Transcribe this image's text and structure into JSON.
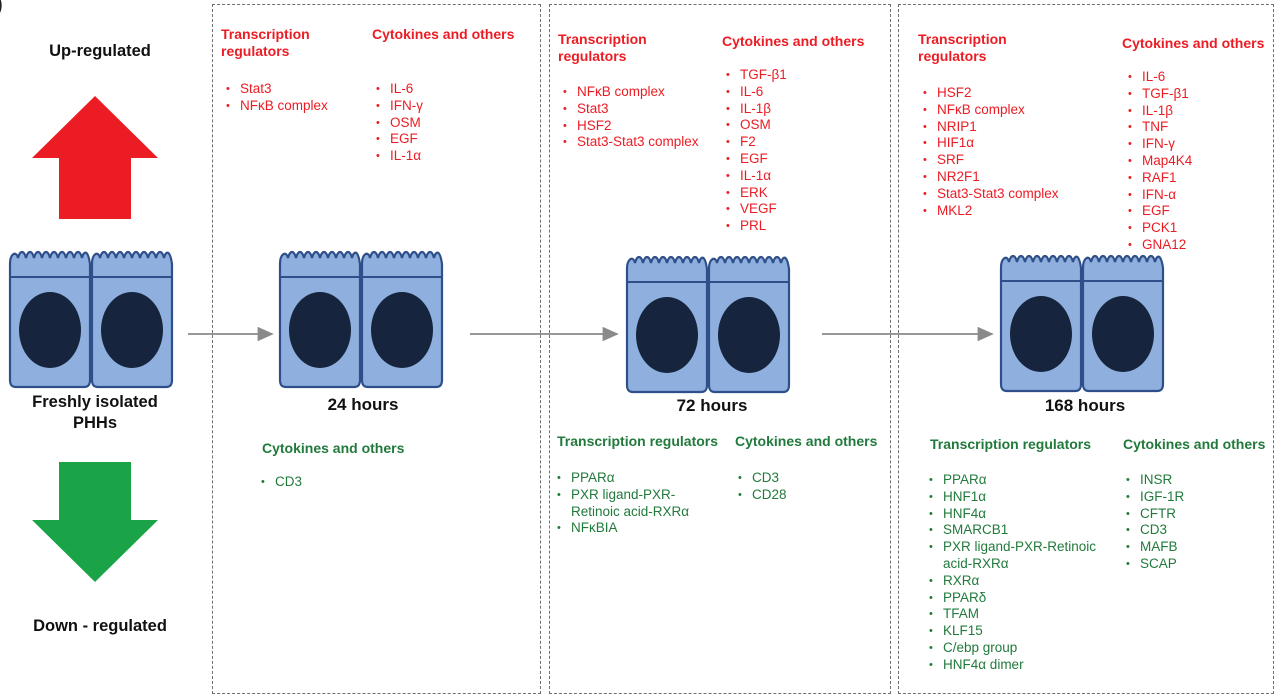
{
  "figure_letter": ")",
  "left": {
    "up_label": "Up-regulated",
    "cells_label_line1": "Freshly isolated",
    "cells_label_line2": "PHHs",
    "down_label": "Down - regulated"
  },
  "colors": {
    "up": "#ec1c24",
    "down": "#1aa347",
    "cell_fill": "#8fb0df",
    "nucleus": "#16253d"
  },
  "panels": [
    {
      "time": "24 hours",
      "up": {
        "tr_title_1": "Transcription",
        "tr_title_2": "regulators",
        "tr": [
          "Stat3",
          "NFκB complex"
        ],
        "ck_title": "Cytokines and others",
        "ck": [
          "IL-6",
          "IFN-γ",
          "OSM",
          "EGF",
          "IL-1α"
        ]
      },
      "down": {
        "ck_title": "Cytokines and others",
        "ck": [
          "CD3"
        ]
      }
    },
    {
      "time": "72 hours",
      "up": {
        "tr_title_1": "Transcription",
        "tr_title_2": "regulators",
        "tr": [
          "NFκB complex",
          "Stat3",
          "HSF2",
          "Stat3-Stat3 complex"
        ],
        "ck_title": "Cytokines and others",
        "ck": [
          "TGF-β1",
          "IL-6",
          "IL-1β",
          "OSM",
          "F2",
          "EGF",
          "IL-1α",
          "ERK",
          "VEGF",
          "PRL"
        ]
      },
      "down": {
        "tr_title": "Transcription regulators",
        "tr": [
          "PPARα",
          "PXR ligand-PXR-",
          "Retinoic acid-RXRα",
          "NFκBIA"
        ],
        "ck_title": "Cytokines and others",
        "ck": [
          "CD3",
          "CD28"
        ]
      }
    },
    {
      "time": "168 hours",
      "up": {
        "tr_title_1": "Transcription",
        "tr_title_2": "regulators",
        "tr": [
          "HSF2",
          "NFκB complex",
          "NRIP1",
          "HIF1α",
          "SRF",
          "NR2F1",
          "Stat3-Stat3 complex",
          "MKL2"
        ],
        "ck_title": "Cytokines and others",
        "ck": [
          "IL-6",
          "TGF-β1",
          "IL-1β",
          "TNF",
          "IFN-γ",
          "Map4K4",
          "RAF1",
          "IFN-α",
          "EGF",
          "PCK1",
          "GNA12"
        ]
      },
      "down": {
        "tr_title": "Transcription regulators",
        "tr": [
          "PPARα",
          "HNF1α",
          "HNF4α",
          "SMARCB1",
          "PXR ligand-PXR-Retinoic",
          "acid-RXRα",
          "RXRα",
          "PPARδ",
          "TFAM",
          "KLF15",
          "C/ebp group",
          "HNF4α dimer"
        ],
        "ck_title": "Cytokines and others",
        "ck": [
          "INSR",
          "IGF-1R",
          "CFTR",
          "CD3",
          "MAFB",
          "SCAP"
        ]
      }
    }
  ]
}
